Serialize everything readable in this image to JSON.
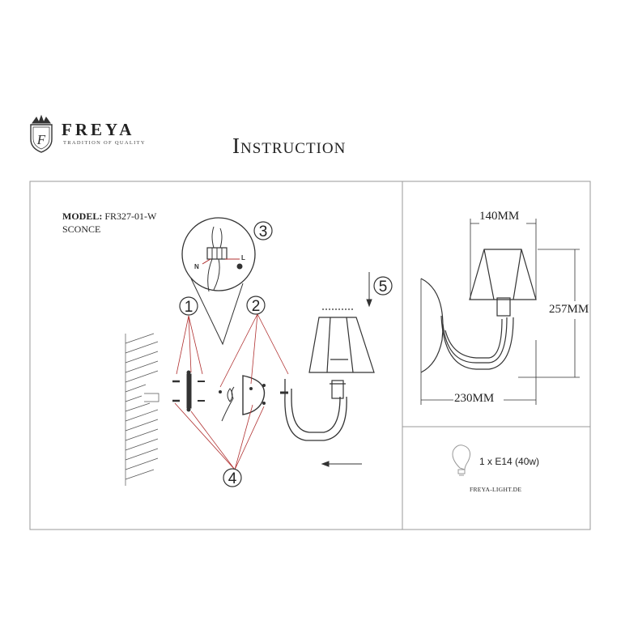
{
  "brand": {
    "name": "FREYA",
    "tagline": "TRADITION OF QUALITY",
    "logo_letter": "F"
  },
  "title": "Instruction",
  "model": {
    "label": "MODEL:",
    "value": "FR327-01-W",
    "type": "SCONCE"
  },
  "steps": [
    "1",
    "2",
    "3",
    "4",
    "5"
  ],
  "wiring_labels": {
    "neutral": "N",
    "live": "L"
  },
  "dimensions": {
    "shade_width": "140MM",
    "height": "257MM",
    "width": "230MM"
  },
  "lamp_spec": "1 x E14 (40w)",
  "website": "FREYA-LIGHT.DE",
  "colors": {
    "lines": "#333333",
    "leader_lines": "#b03030",
    "frame": "#999999"
  }
}
